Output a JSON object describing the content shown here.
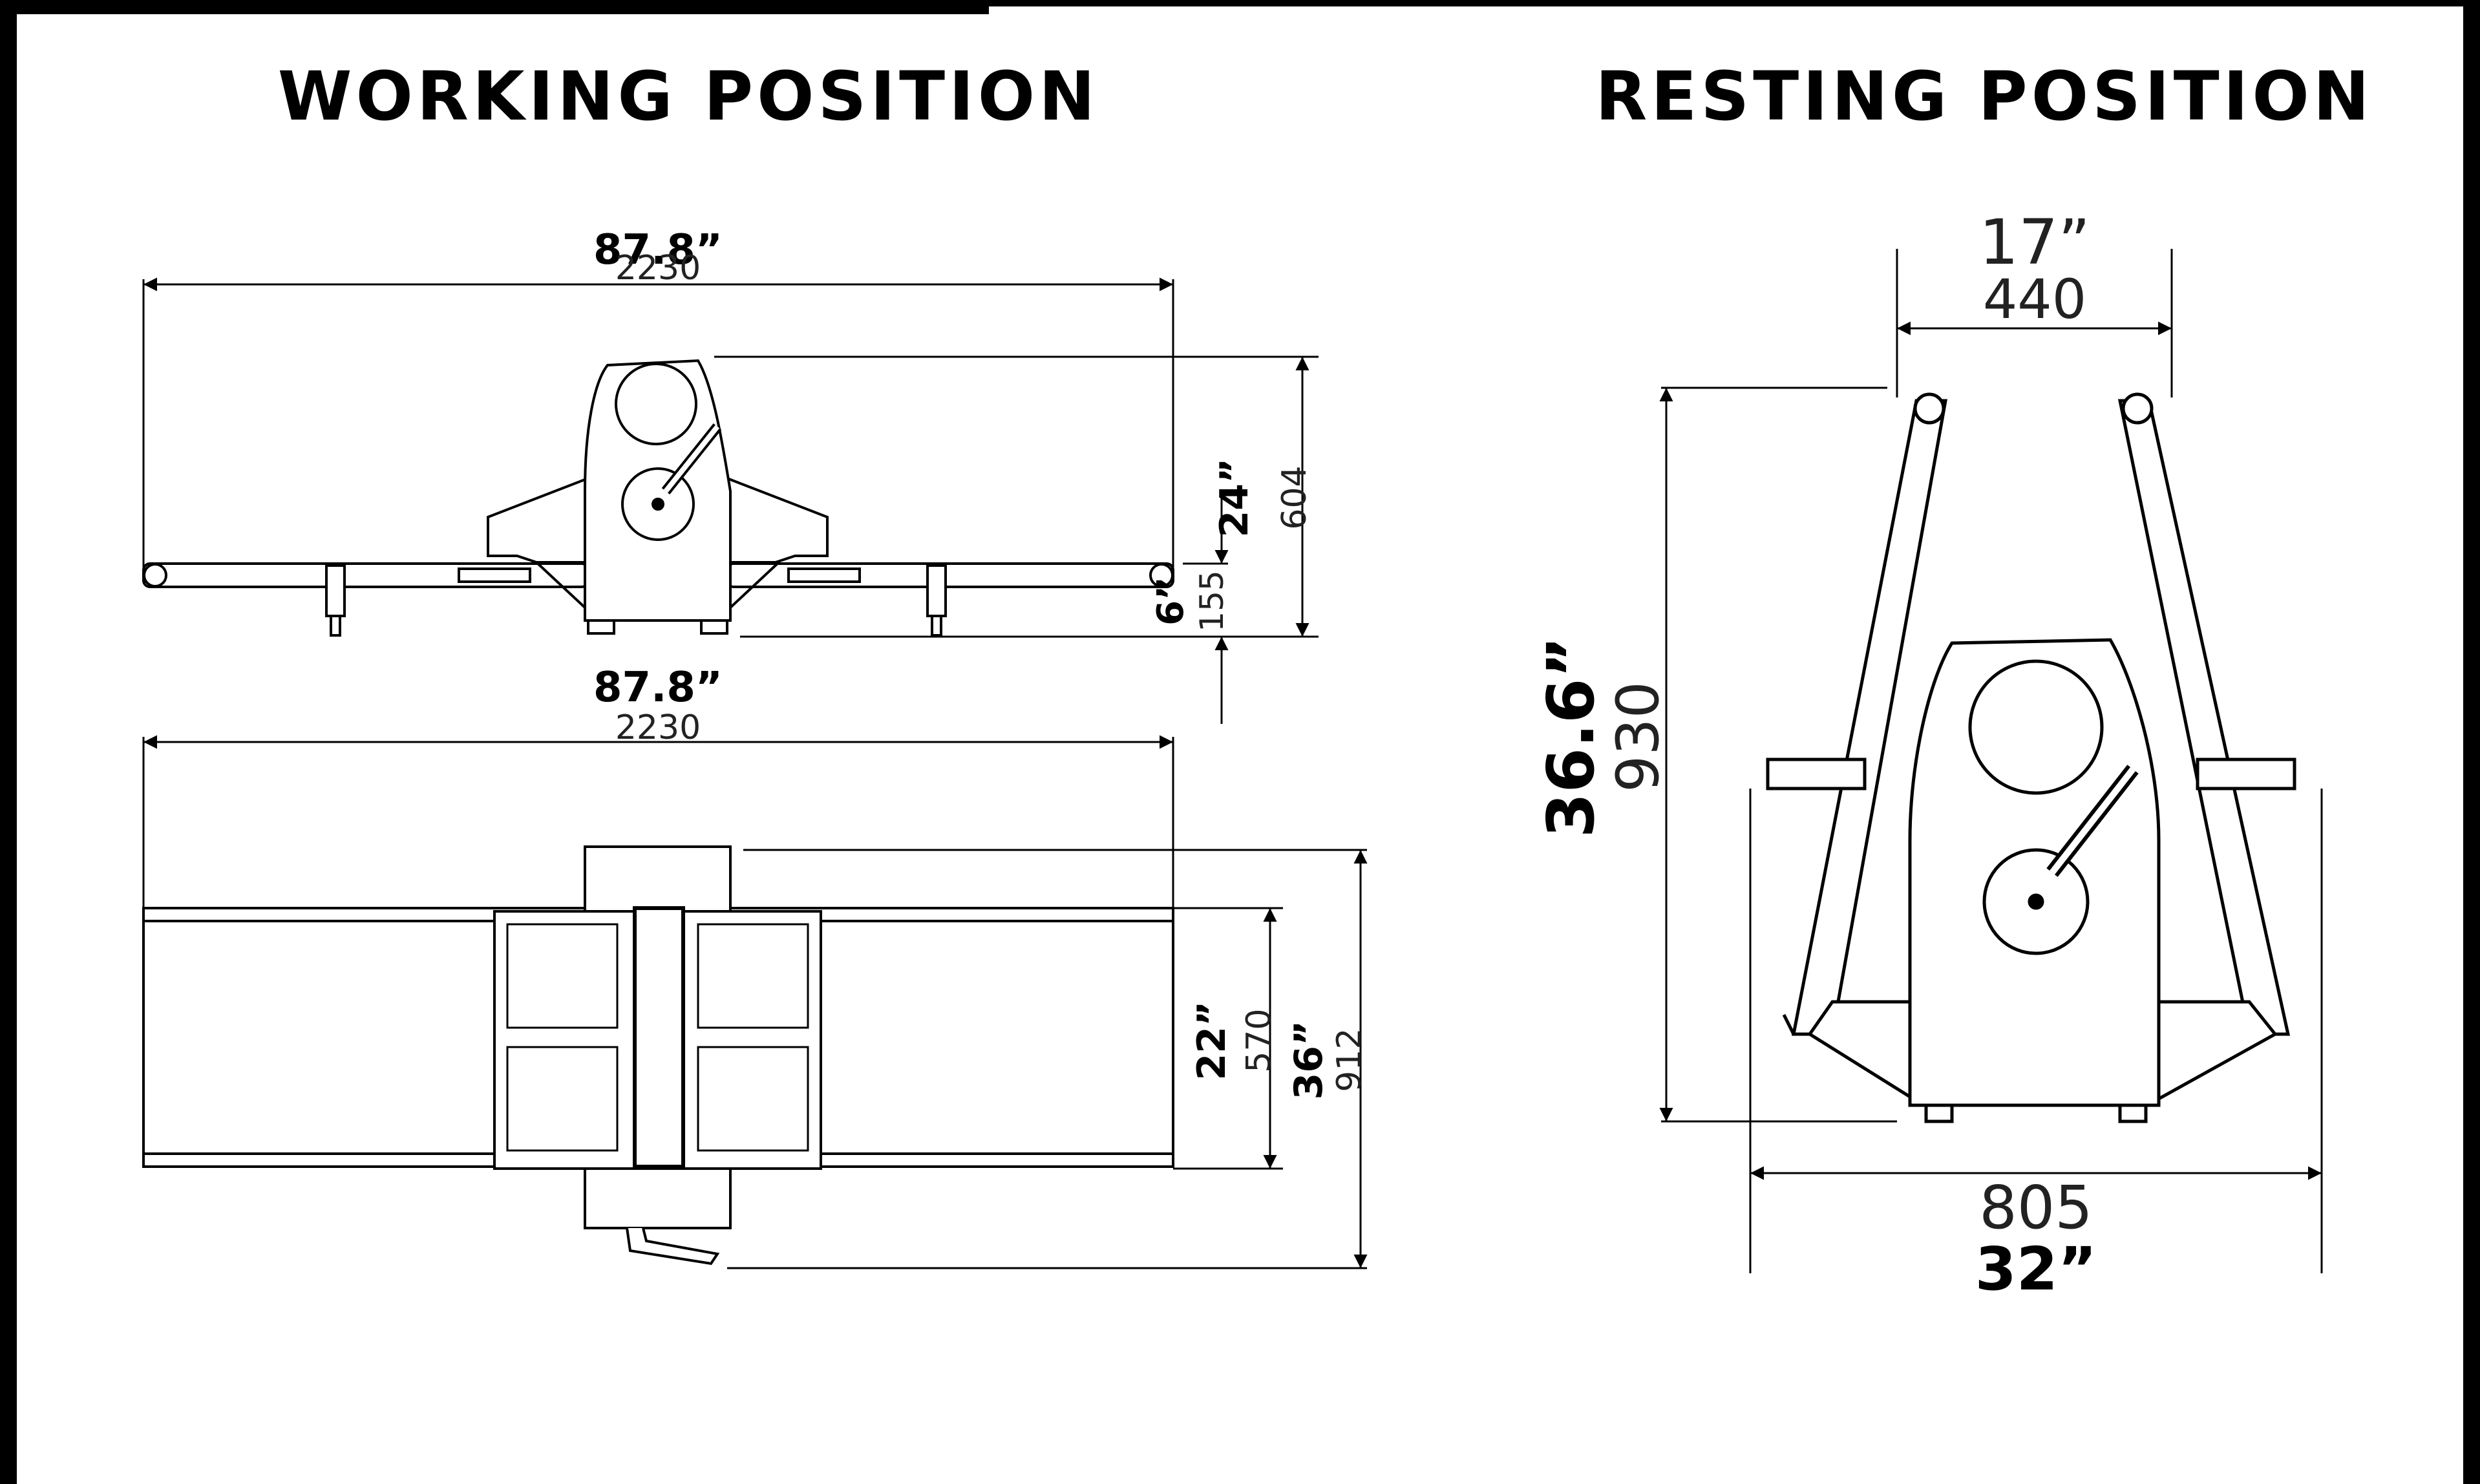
{
  "titles": {
    "working": "WORKING POSITION",
    "resting": "RESTING POSITION"
  },
  "working_side": {
    "length_in": "87.8”",
    "length_mm": "2230",
    "height_in": "24”",
    "height_mm": "604",
    "belt_height_in": "6”",
    "belt_height_mm": "155"
  },
  "working_top": {
    "length_in": "87.8”",
    "length_mm": "2230",
    "belt_width_in": "22”",
    "belt_width_mm": "570",
    "depth_in": "36”",
    "depth_mm": "912"
  },
  "resting_front": {
    "top_width_in": "17”",
    "top_width_mm": "440",
    "height_in": "36.6”",
    "height_mm": "930",
    "width_mm": "805",
    "width_in": "32”"
  }
}
